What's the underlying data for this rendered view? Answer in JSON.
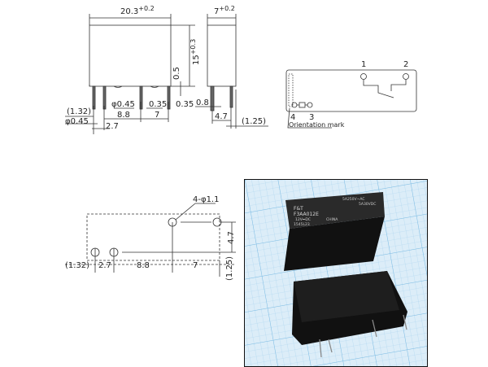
{
  "front_view": {
    "width_label": "20.3",
    "width_tol": "+0.2",
    "height_label": "15",
    "height_tol": "+0.3",
    "standoff_label": "0.5",
    "pin_dia_label": "φ0.45",
    "pin_offset_left": "0.35",
    "pin_offset_right": "0.35",
    "pitch_1": "8.8",
    "pitch_2": "7",
    "edge_label": "(1.32)",
    "pin_dia_label_2": "φ0.45",
    "pitch_0": "2.7"
  },
  "side_view": {
    "width_label": "7",
    "width_tol": "+0.2",
    "pin_width": "0.8",
    "pin_spacing": "4.7",
    "edge_label": "(1.25)"
  },
  "schematic": {
    "pin_1": "1",
    "pin_2": "2",
    "pin_4": "4",
    "pin_3": "3",
    "orientation_label": "Orientation mark"
  },
  "pcb_layout": {
    "hole_label": "4-φ1.1",
    "vertical_spacing": "4.7",
    "edge_left": "(1.32)",
    "spacing_1": "2.7",
    "spacing_2": "8.8",
    "spacing_3": "7",
    "edge_right": "(1.25)"
  },
  "photo": {
    "brand": "F&T",
    "model": "F3AA012E",
    "coil": "12V⎓DC",
    "rating_ac": "5A250V~AC",
    "rating_dc": "5A30VDC",
    "origin": "CHINA",
    "date_code": "1545L23",
    "grid_color": "#a9d3ef",
    "background_color": "#d9ecf7",
    "relay_color": "#161616"
  }
}
